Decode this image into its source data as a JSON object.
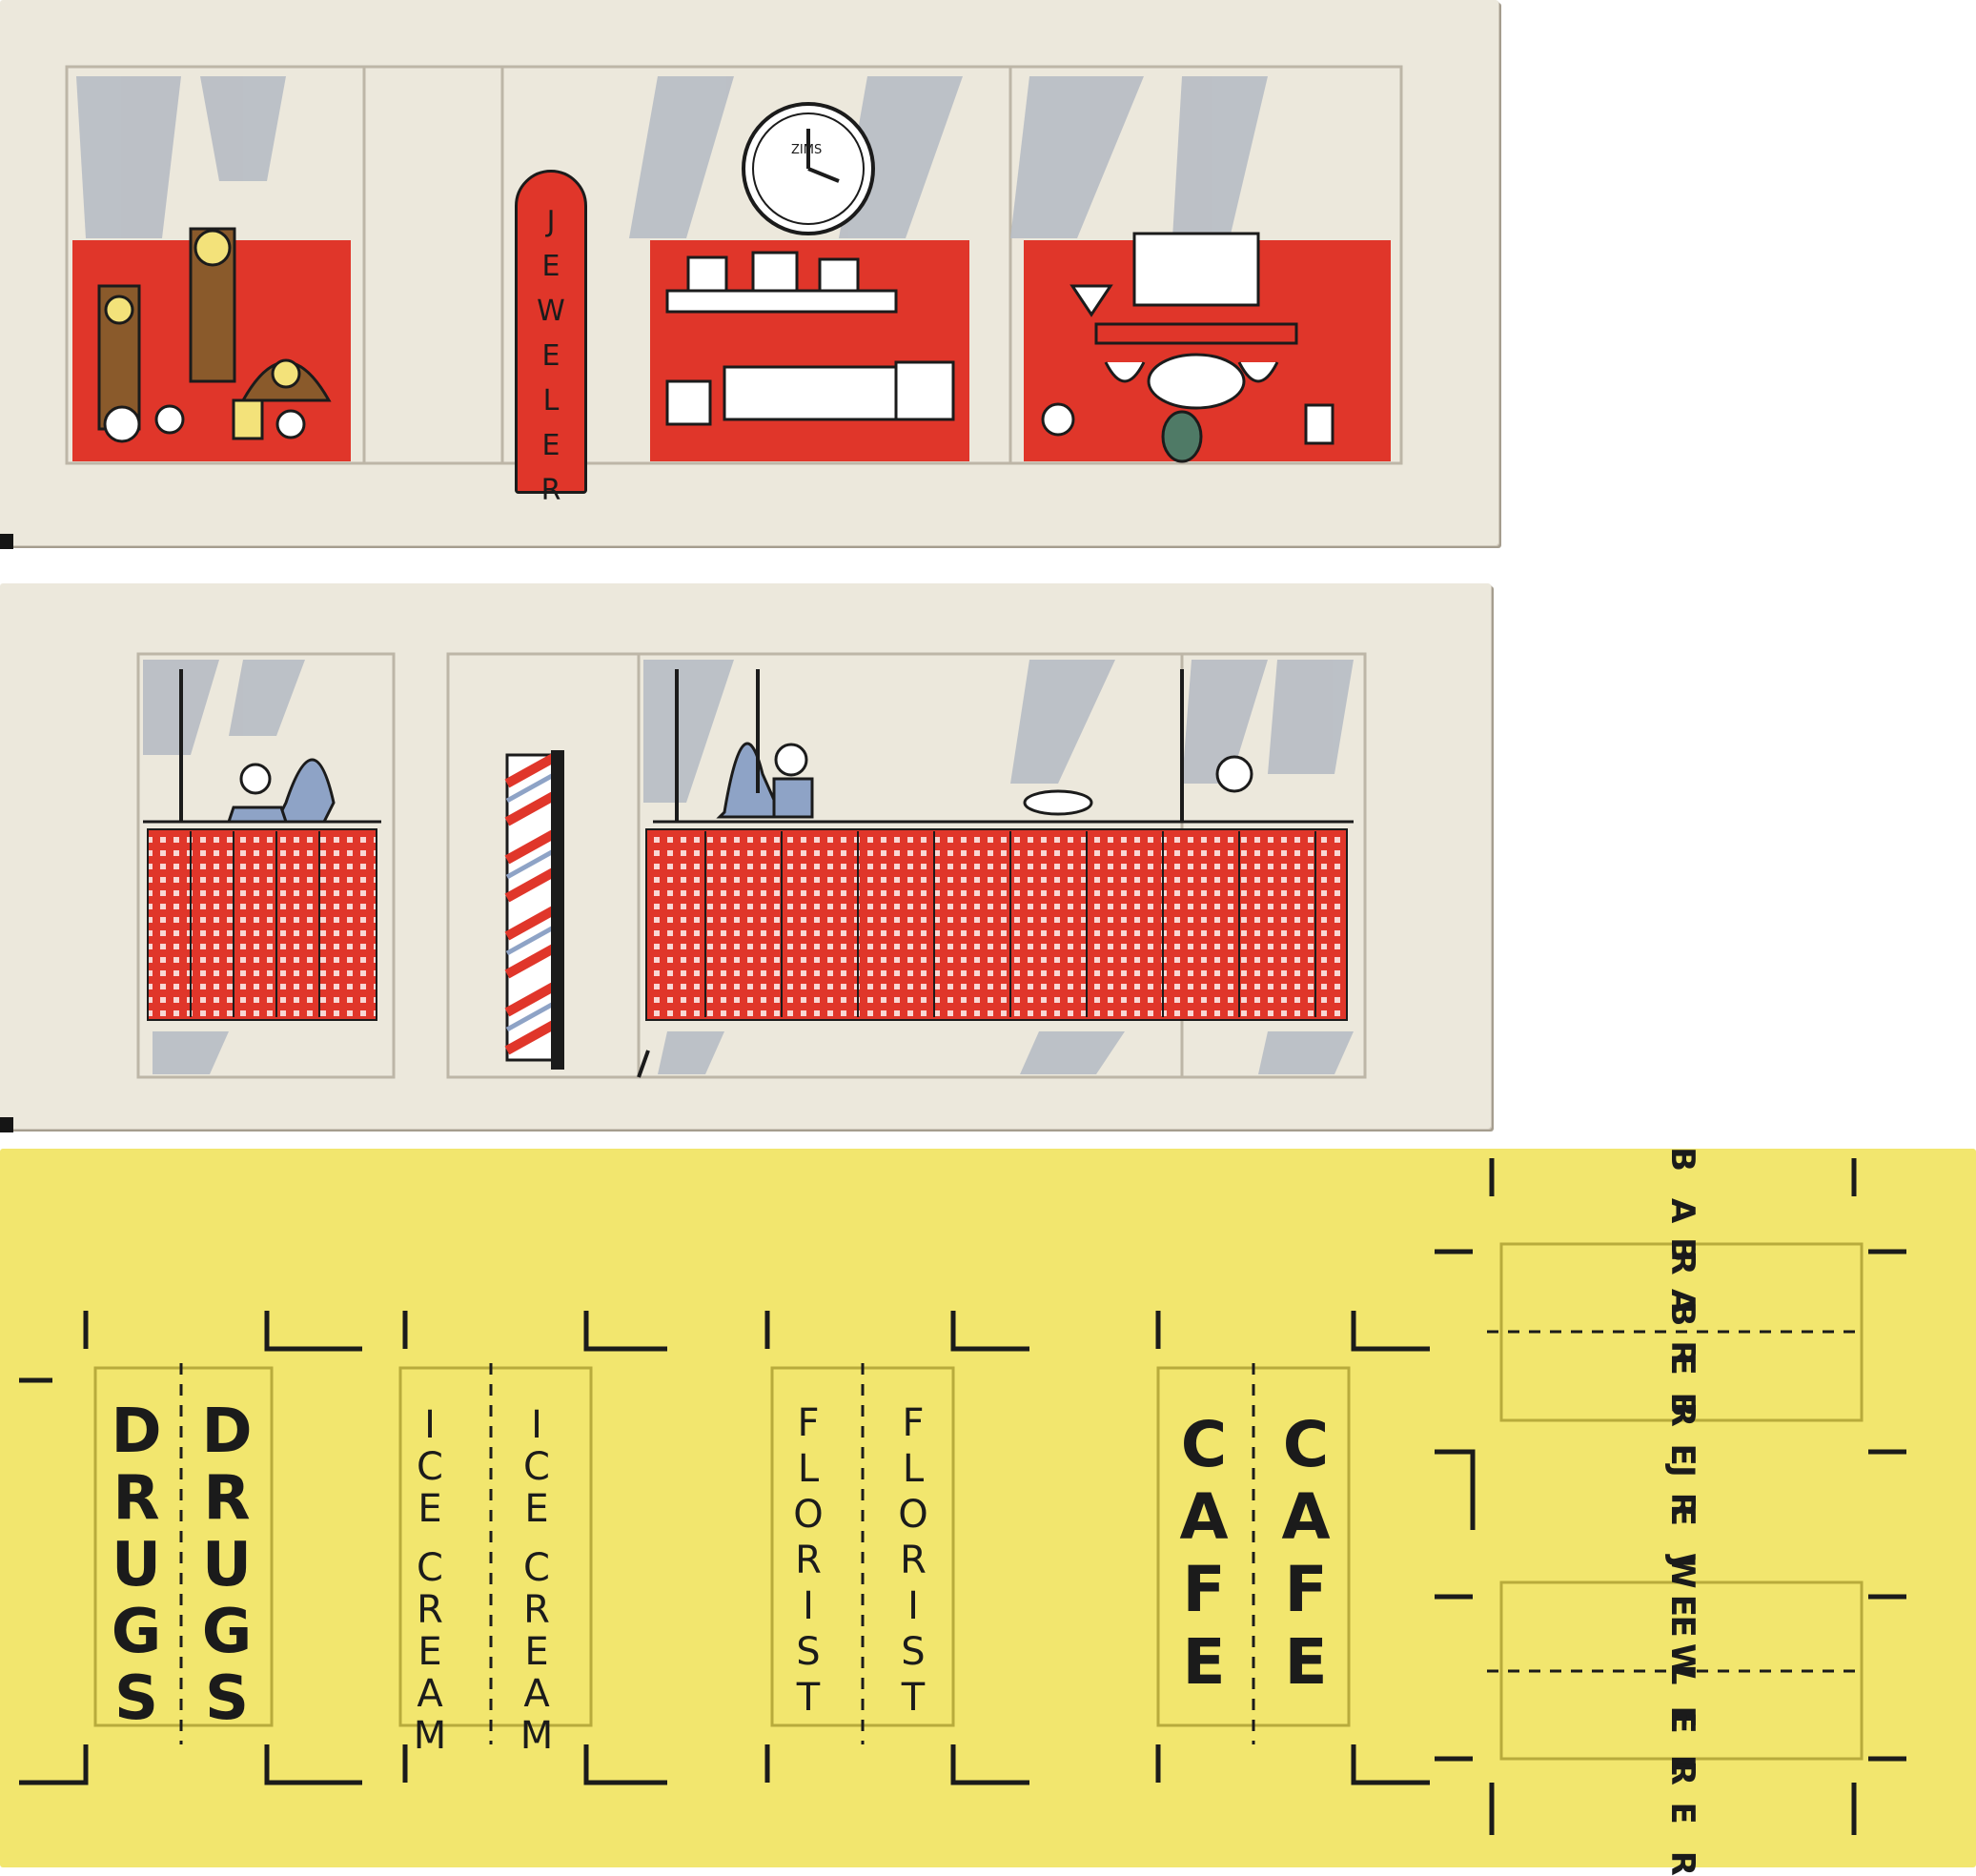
{
  "colors": {
    "cream_card": "#ece8dc",
    "yellow_card": "#f2e66e",
    "display_red": "#e0362a",
    "window_gray": "#b7bcc4",
    "figure_blue": "#8ea3c6",
    "ink": "#1b1b1b"
  },
  "card_jeweler": {
    "sign_letters": [
      "J",
      "E",
      "W",
      "E",
      "L",
      "E",
      "R"
    ],
    "clock_label": "ZIMS"
  },
  "card_barber": {},
  "card_signs": {
    "drugs": [
      "D",
      "R",
      "U",
      "G",
      "S"
    ],
    "ice_cream": [
      "I",
      "C",
      "E",
      " ",
      "C",
      "R",
      "E",
      "A",
      "M"
    ],
    "florist": [
      "F",
      "L",
      "O",
      "R",
      "I",
      "S",
      "T"
    ],
    "cafe": [
      "C",
      "A",
      "F",
      "E"
    ],
    "barber_1": [
      "B",
      "A",
      "R",
      "B",
      "E",
      "R"
    ],
    "barber_2": [
      "B",
      "A",
      "R",
      "B",
      "E",
      "R"
    ],
    "jeweler_1": [
      "J",
      "E",
      "W",
      "E",
      "L",
      "E",
      "R"
    ],
    "jeweler_2": [
      "J",
      "E",
      "W",
      "E",
      "L",
      "E",
      "R"
    ]
  }
}
